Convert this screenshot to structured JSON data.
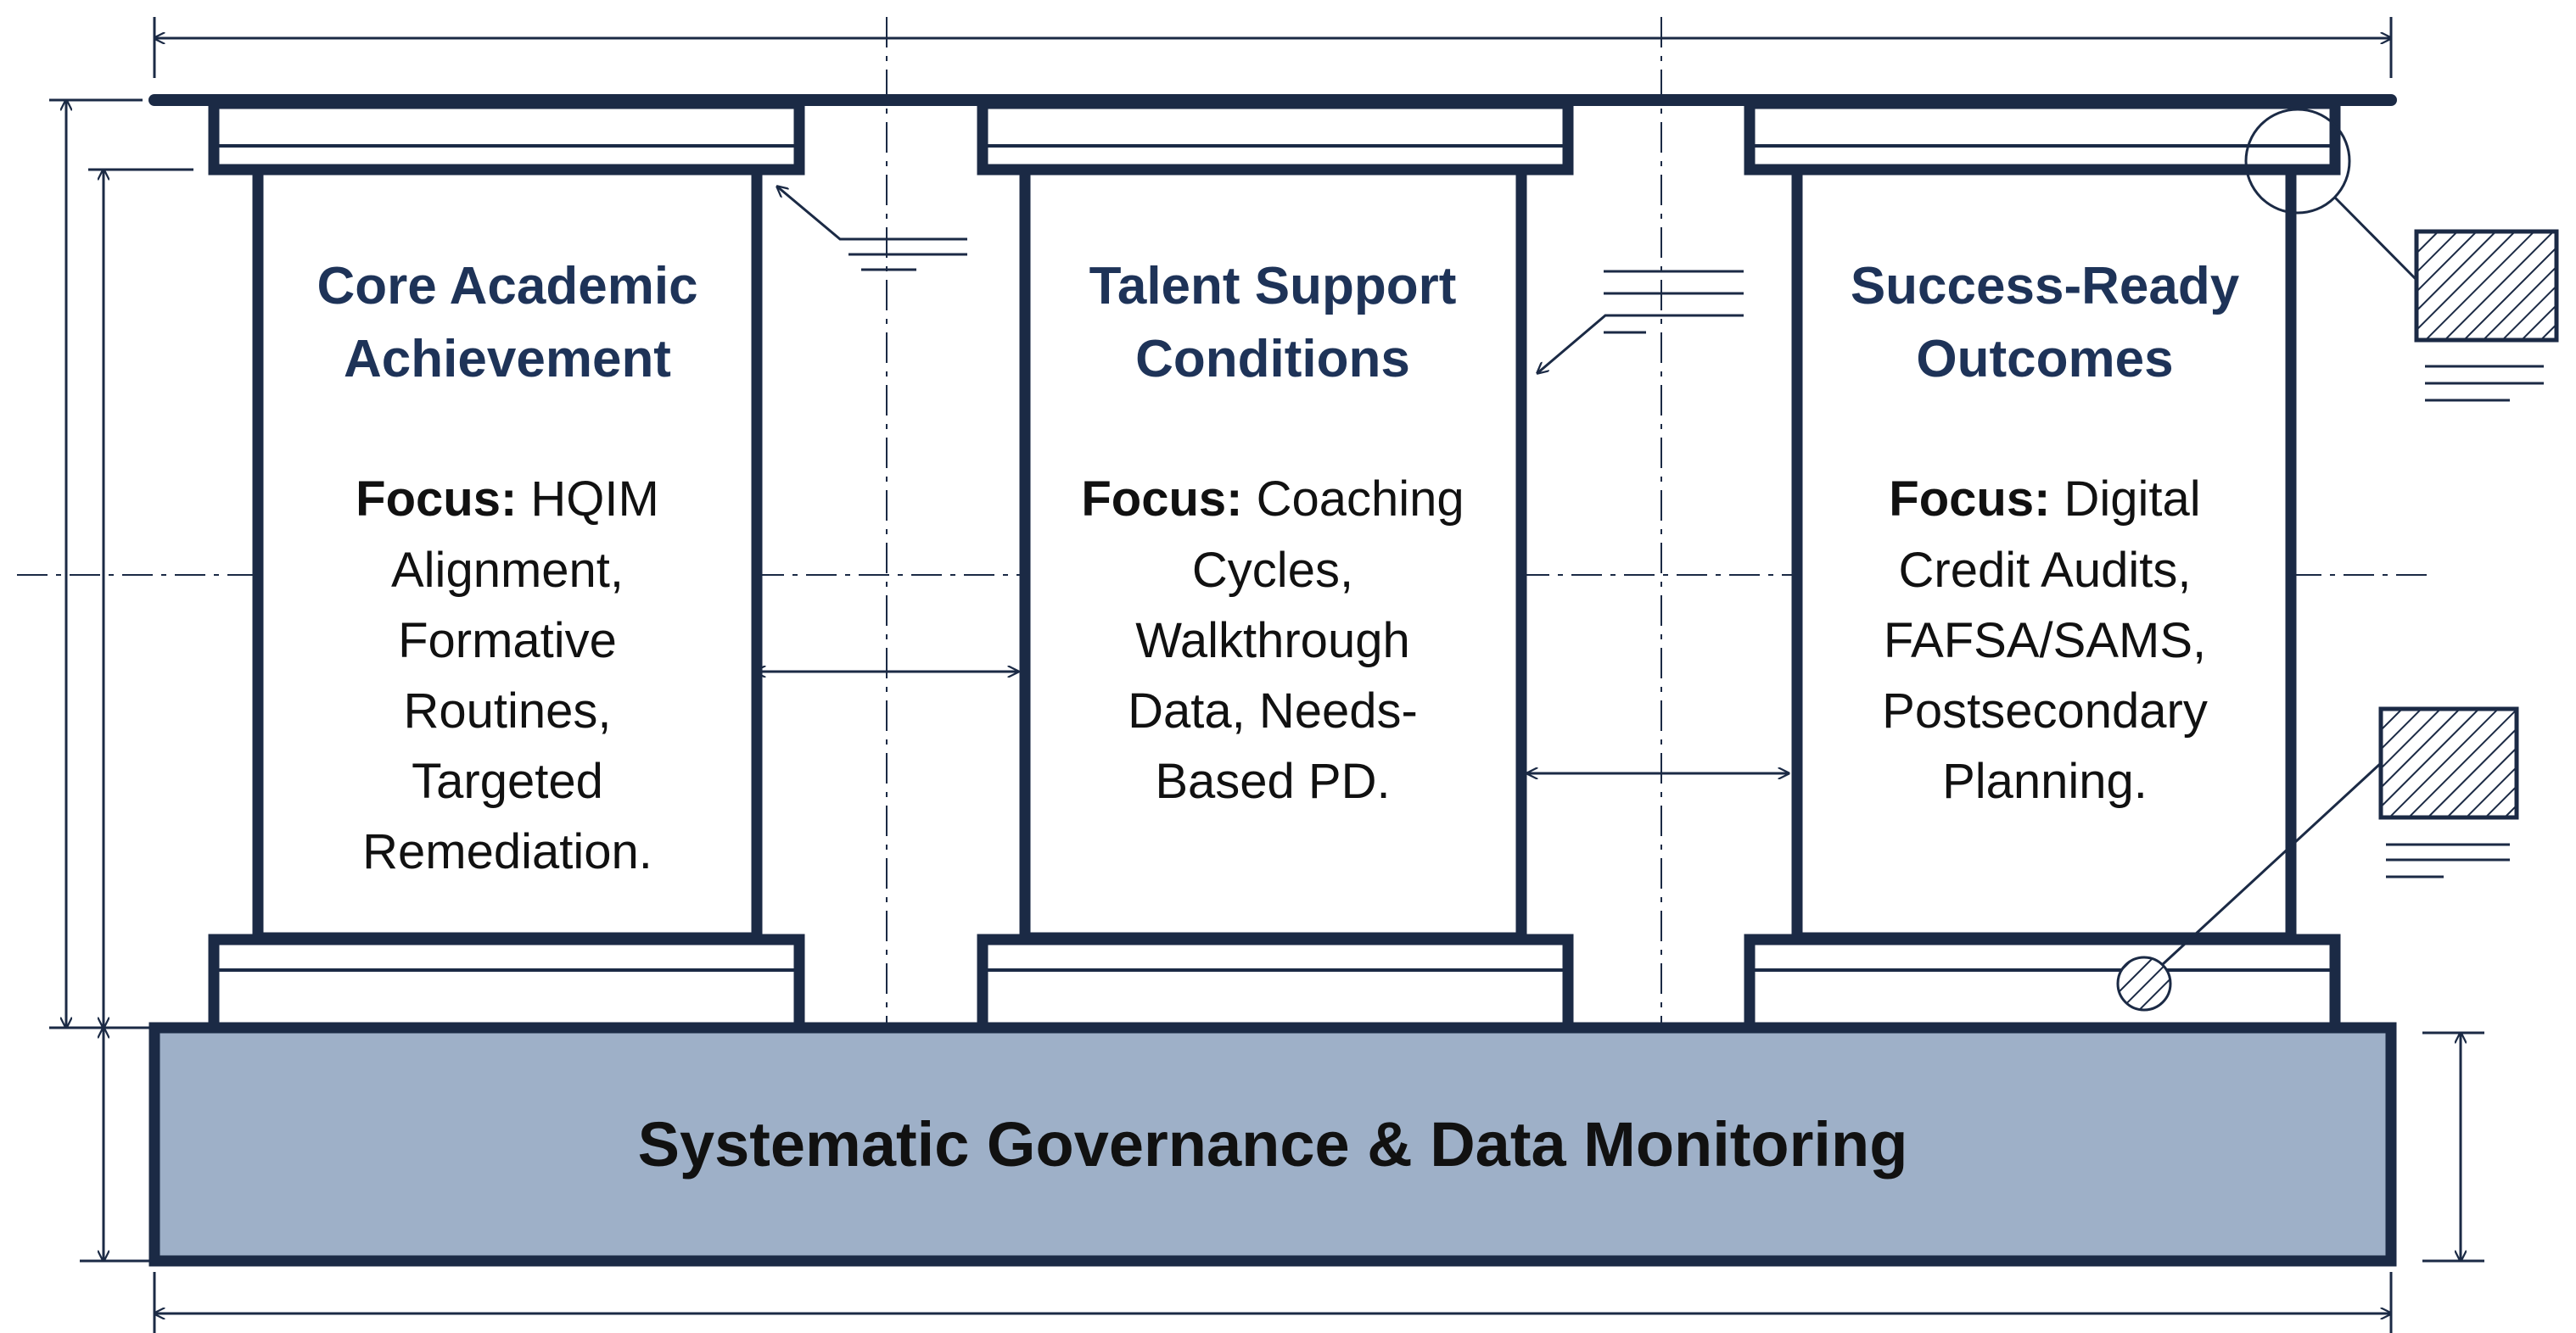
{
  "colors": {
    "ink": "#1b2a45",
    "title": "#1e3358",
    "text": "#111111",
    "base_fill": "#9eb0c8",
    "paper": "#ffffff"
  },
  "pillars": [
    {
      "title_lines": [
        "Core Academic",
        "Achievement"
      ],
      "focus_label": "Focus:",
      "focus_first": "HQIM",
      "focus_lines": [
        "Alignment,",
        "Formative",
        "Routines,",
        "Targeted",
        "Remediation."
      ]
    },
    {
      "title_lines": [
        "Talent Support",
        "Conditions"
      ],
      "focus_label": "Focus:",
      "focus_first": "Coaching",
      "focus_lines": [
        "Cycles,",
        "Walkthrough",
        "Data, Needs-",
        "Based PD."
      ]
    },
    {
      "title_lines": [
        "Success-Ready",
        "Outcomes"
      ],
      "focus_label": "Focus:",
      "focus_first": "Digital",
      "focus_lines": [
        "Credit Audits,",
        "FAFSA/SAMS,",
        "Postsecondary",
        "Planning."
      ]
    }
  ],
  "foundation": {
    "label": "Systematic Governance & Data Monitoring"
  }
}
